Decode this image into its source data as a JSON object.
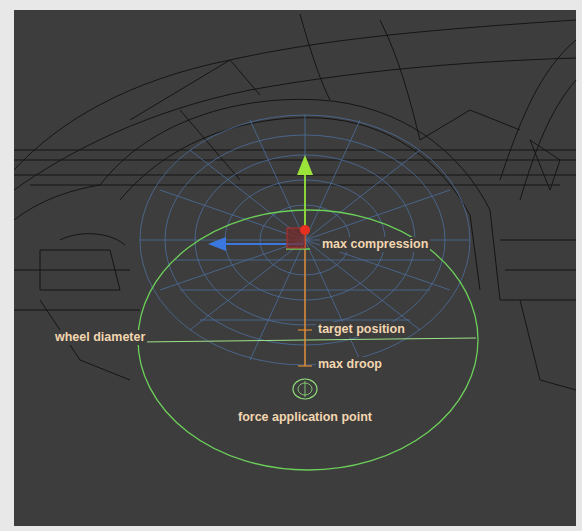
{
  "diagram": {
    "labels": [
      "max compression",
      "target position",
      "wheel diameter",
      "max droop",
      "force application point"
    ]
  }
}
